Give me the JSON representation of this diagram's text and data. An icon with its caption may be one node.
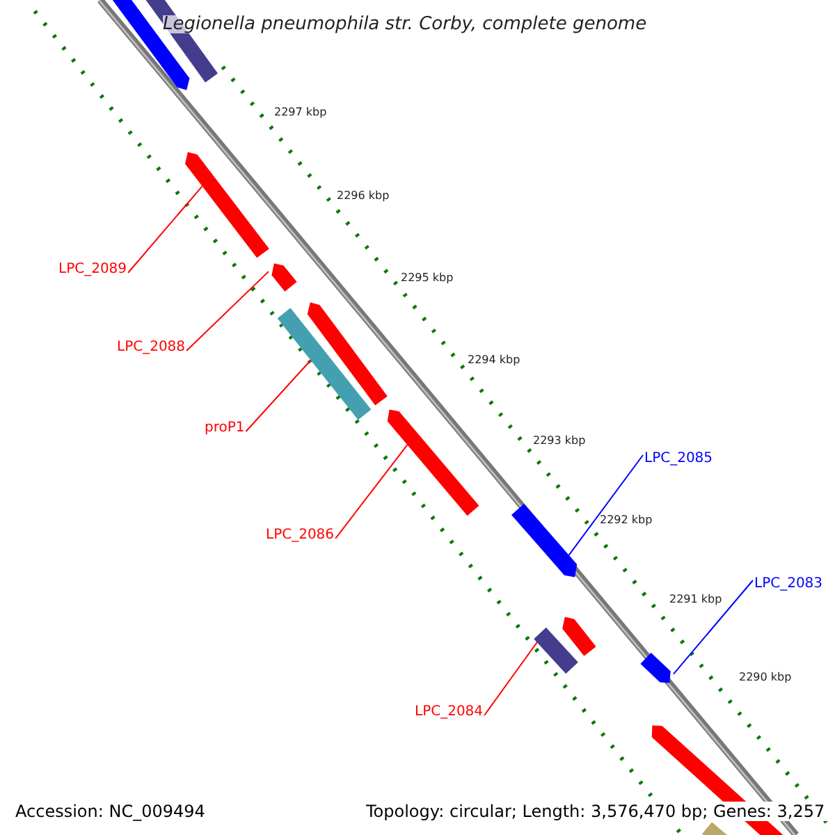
{
  "diagram": {
    "title": "Legionella pneumophila str. Corby, complete genome",
    "nodes": [
      {
        "text": [
          "LPC_2089"
        ]
      },
      {
        "text": [],
        "shape": "bar"
      },
      {
        "text": [
          "LPC_2088"
        ]
      },
      {
        "text": [],
        "shape": "bar"
      },
      {
        "text": [
          "proP1"
        ]
      },
      {
        "text": [],
        "shape": "bar"
      },
      {
        "text": [
          "LPC_2085"
        ]
      },
      {
        "text": [],
        "shape": "bar"
      },
      {
        "text": [
          "LPC_2086"
        ]
      },
      {
        "text": [],
        "shape": "bar"
      },
      {
        "text": [
          "LPC_2083"
        ]
      },
      {
        "text": [],
        "shape": "bar"
      },
      {
        "text": [
          "LPC_2084"
        ]
      },
      {
        "text": [],
        "shape": "bar"
      },
      {
        "text": [],
        "shape": "bar"
      },
      {
        "text": [],
        "shape": "bar"
      },
      {
        "text": [],
        "shape": "bar"
      },
      {
        "text": [],
        "shape": "bar"
      },
      {
        "text": [],
        "shape": "bar"
      },
      {
        "text": [],
        "shape": "bar"
      }
    ],
    "edges": [
      {
        "from": 0,
        "to": 1,
        "arrow": "none"
      },
      {
        "from": 2,
        "to": 3,
        "arrow": "none"
      },
      {
        "from": 4,
        "to": 5,
        "arrow": "none"
      },
      {
        "from": 6,
        "to": 7,
        "arrow": "none",
        "color": "#0000ff"
      },
      {
        "from": 8,
        "to": 9,
        "arrow": "none"
      },
      {
        "from": 10,
        "to": 11,
        "arrow": "none",
        "color": "#0000ff"
      },
      {
        "from": 12,
        "to": 13,
        "arrow": "none"
      }
    ],
    "labels": [
      "2297 kbp",
      "2296 kbp",
      "2295 kbp",
      "2294 kbp",
      "2293 kbp",
      "2292 kbp",
      "2291 kbp",
      "2290 kbp",
      "Accession: NC_009494",
      "Topology: circular; Length: 3,576,470 bp; Genes: 3,257"
    ]
  }
}
